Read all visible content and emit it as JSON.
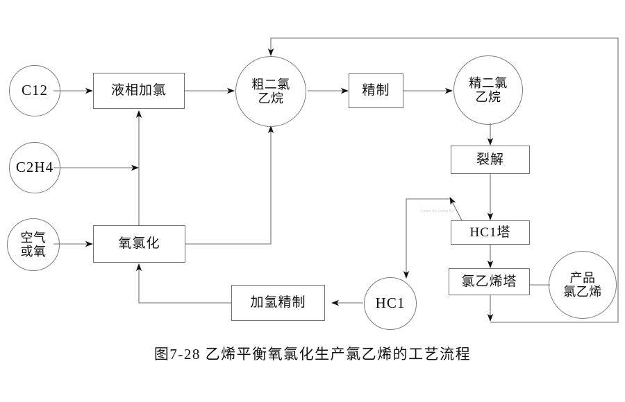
{
  "figure": {
    "caption": "图7-28  乙烯平衡氧氯化生产氯乙烯的工艺流程",
    "ghost_artifact": "Lroon  5x  Lroon  5x",
    "line_color": "#6f6f6f",
    "text_color": "#111111",
    "background": "#ffffff"
  },
  "nodes": {
    "cl2": {
      "label": "C12",
      "shape": "circle"
    },
    "c2h4": {
      "label": "C2H4",
      "shape": "circle"
    },
    "air": {
      "label": "空气\n或氧",
      "shape": "circle"
    },
    "liquid_chlorination": {
      "label": "液相加氯",
      "shape": "box"
    },
    "oxychlorination": {
      "label": "氧氯化",
      "shape": "box"
    },
    "crude_edc": {
      "label": "粗二氯\n乙烷",
      "shape": "circle"
    },
    "refining": {
      "label": "精制",
      "shape": "box"
    },
    "pure_edc": {
      "label": "精二氯\n乙烷",
      "shape": "circle"
    },
    "cracking": {
      "label": "裂解",
      "shape": "box"
    },
    "hcl_column": {
      "label": "HC1塔",
      "shape": "box"
    },
    "vcm_column": {
      "label": "氯乙烯塔",
      "shape": "box"
    },
    "product": {
      "label": "产品\n氯乙烯",
      "shape": "circle"
    },
    "hcl": {
      "label": "HC1",
      "shape": "circle"
    },
    "hydro_refining": {
      "label": "加氢精制",
      "shape": "box"
    }
  },
  "edges": [
    {
      "from": "cl2",
      "to": "liquid_chlorination",
      "arrow": true
    },
    {
      "from": "c2h4",
      "to": "liquid_chlorination",
      "arrow": true
    },
    {
      "from": "c2h4",
      "to": "oxychlorination",
      "arrow": false
    },
    {
      "from": "air",
      "to": "oxychlorination",
      "arrow": true
    },
    {
      "from": "liquid_chlorination",
      "to": "crude_edc",
      "arrow": true
    },
    {
      "from": "oxychlorination",
      "to": "crude_edc",
      "arrow": true
    },
    {
      "from": "crude_edc",
      "to": "refining",
      "arrow": true
    },
    {
      "from": "refining",
      "to": "pure_edc",
      "arrow": true
    },
    {
      "from": "pure_edc",
      "to": "cracking",
      "arrow": true
    },
    {
      "from": "cracking",
      "to": "hcl_column",
      "arrow": true
    },
    {
      "from": "hcl_column",
      "to": "hcl",
      "arrow": true
    },
    {
      "from": "hcl_column",
      "to": "vcm_column",
      "arrow": true
    },
    {
      "from": "vcm_column",
      "to": "product",
      "arrow": false
    },
    {
      "from": "vcm_column",
      "to": "crude_edc",
      "arrow": true,
      "note": "recycle loop right then top"
    },
    {
      "from": "hcl",
      "to": "hydro_refining",
      "arrow": true
    },
    {
      "from": "hydro_refining",
      "to": "oxychlorination",
      "arrow": true
    }
  ]
}
